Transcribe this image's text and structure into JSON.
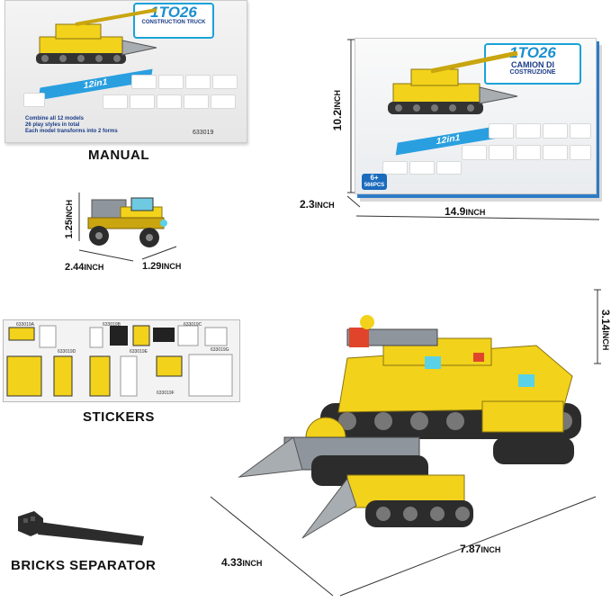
{
  "manual": {
    "logo_top": "1TO26",
    "logo_sub": "CONSTRUCTION TRUCK",
    "banner": "12in1",
    "note_line1": "Combine all 12 models",
    "note_line2": "26 play styles in total",
    "note_line3": "Each model transforms into 2 forms",
    "code": "633019",
    "caption": "MANUAL"
  },
  "box": {
    "logo_top": "1TO26",
    "logo_line2": "CAMION DI",
    "logo_line3": "COSTRUZIONE",
    "banner": "12in1",
    "age": "6+",
    "pcs": "566",
    "pcs_unit": "PCS",
    "dim_height": {
      "value": "10.2",
      "unit": "INCH"
    },
    "dim_depth": {
      "value": "2.3",
      "unit": "INCH"
    },
    "dim_width": {
      "value": "14.9",
      "unit": "INCH"
    }
  },
  "small_truck": {
    "dim_height": {
      "value": "1.25",
      "unit": "INCH"
    },
    "dim_length": {
      "value": "2.44",
      "unit": "INCH"
    },
    "dim_width": {
      "value": "1.29",
      "unit": "INCH"
    }
  },
  "stickers": {
    "caption": "STICKERS",
    "codes": [
      "633019A",
      "633019B",
      "633019C",
      "633019D",
      "633019E",
      "633019F",
      "633019G"
    ]
  },
  "separator": {
    "caption": "BRICKS SEPARATOR"
  },
  "big_model": {
    "dim_height": {
      "value": "3.14",
      "unit": "INCH"
    },
    "dim_length": {
      "value": "7.87",
      "unit": "INCH"
    },
    "dim_depth": {
      "value": "4.33",
      "unit": "INCH"
    }
  },
  "colors": {
    "brick_yellow": "#f2d21b",
    "brick_dark_yellow": "#c9a50f",
    "brick_grey": "#8e959c",
    "brick_dark": "#2c2c2c",
    "accent_blue": "#1a8fd0",
    "cyan_light": "#59d2e8",
    "red_light": "#e0452c"
  }
}
